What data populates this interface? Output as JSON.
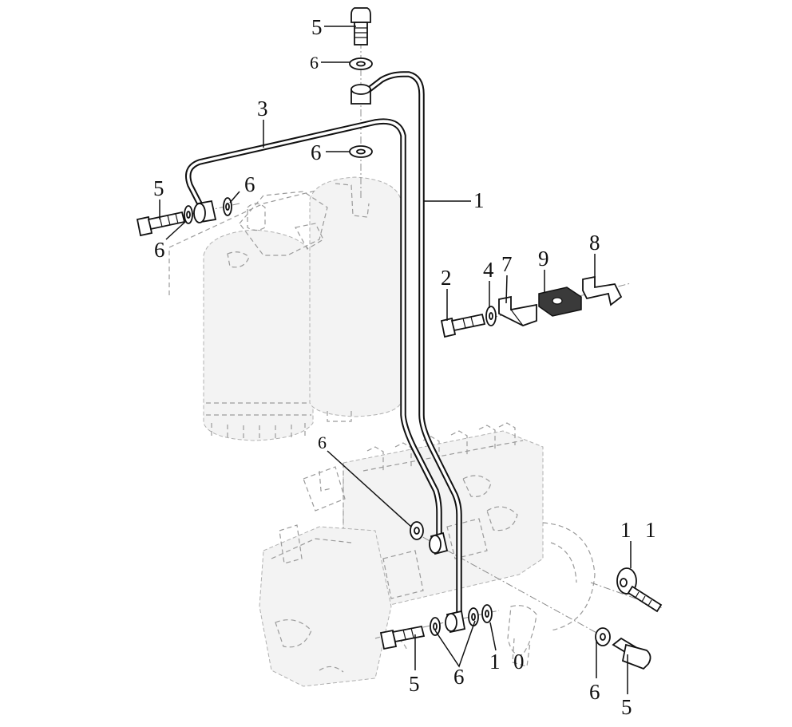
{
  "callouts": {
    "c_5_top": "5",
    "c_6_top": "6",
    "c_3": "3",
    "c_6_mid": "6",
    "c_1_pipe": "1",
    "c_5_left": "5",
    "c_6_left_upper": "6",
    "c_6_left_lower": "6",
    "c_2": "2",
    "c_4": "4",
    "c_7": "7",
    "c_9": "9",
    "c_8": "8",
    "c_6_pump": "6",
    "c_11_a": "1",
    "c_11_b": "1",
    "c_5_bottom": "5",
    "c_6_bottom": "6",
    "c_10_a": "1",
    "c_10_b": "0",
    "c_6_right": "6",
    "c_5_right": "5"
  },
  "colors": {
    "line": "#111111",
    "ghost": "#9a9a9a",
    "background": "#ffffff"
  }
}
